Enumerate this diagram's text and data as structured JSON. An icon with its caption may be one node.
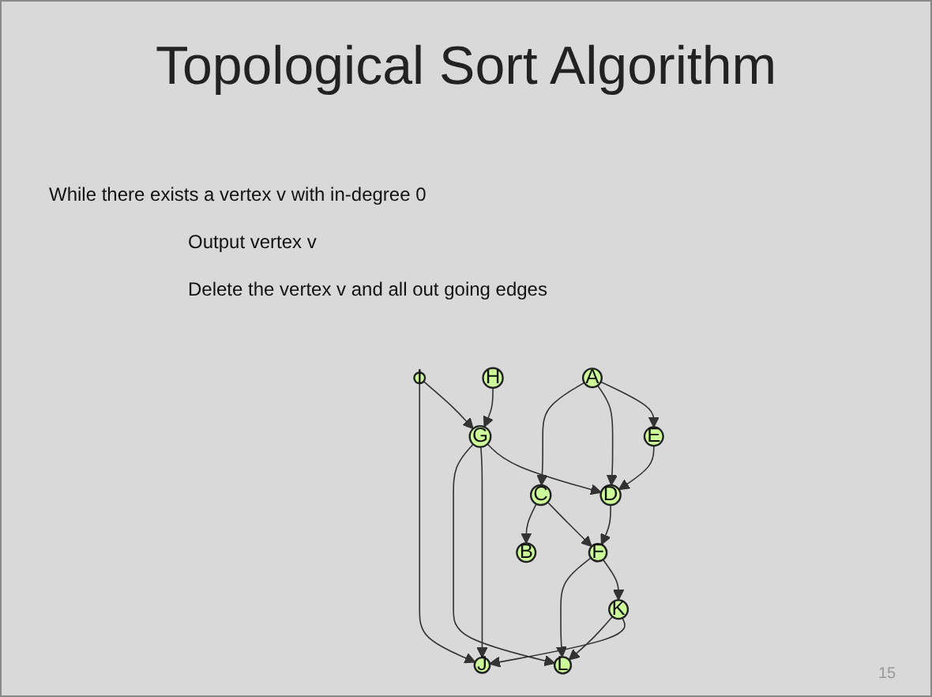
{
  "diagram": {
    "title": "Topological Sort Algorithm",
    "nodes": [
      {
        "text": [
          "A"
        ]
      },
      {
        "text": [
          "E"
        ]
      },
      {
        "text": [
          "H"
        ]
      },
      {
        "text": [
          "I"
        ]
      },
      {
        "text": [
          "D"
        ]
      },
      {
        "text": [
          "G"
        ]
      },
      {
        "text": [
          "J"
        ]
      },
      {
        "text": [
          "C"
        ]
      },
      {
        "text": [
          "F"
        ]
      },
      {
        "text": [
          "K"
        ]
      },
      {
        "text": [
          "B"
        ]
      },
      {
        "text": [
          "L"
        ]
      }
    ],
    "edges": [
      {
        "from": 0,
        "to": 1,
        "arrow": "to"
      },
      {
        "from": 0,
        "to": 4,
        "arrow": "to"
      },
      {
        "from": 0,
        "to": 7,
        "arrow": "to"
      },
      {
        "from": 1,
        "to": 4,
        "arrow": "to"
      },
      {
        "from": 2,
        "to": 5,
        "arrow": "to"
      },
      {
        "from": 3,
        "to": 5,
        "arrow": "to"
      },
      {
        "from": 3,
        "to": 6,
        "arrow": "to"
      },
      {
        "from": 5,
        "to": 4,
        "arrow": "to"
      },
      {
        "from": 5,
        "to": 6,
        "arrow": "to"
      },
      {
        "from": 5,
        "to": 11,
        "arrow": "to"
      },
      {
        "from": 4,
        "to": 8,
        "arrow": "to"
      },
      {
        "from": 7,
        "to": 8,
        "arrow": "to"
      },
      {
        "from": 7,
        "to": 10,
        "arrow": "to"
      },
      {
        "from": 8,
        "to": 9,
        "arrow": "to"
      },
      {
        "from": 8,
        "to": 11,
        "arrow": "to"
      },
      {
        "from": 9,
        "to": 6,
        "arrow": "to"
      },
      {
        "from": 9,
        "to": 11,
        "arrow": "to"
      }
    ],
    "labels": [
      "While there exists a vertex v with in-degree 0",
      "Output vertex v",
      "Delete the vertex v and all out going edges",
      "15"
    ]
  }
}
